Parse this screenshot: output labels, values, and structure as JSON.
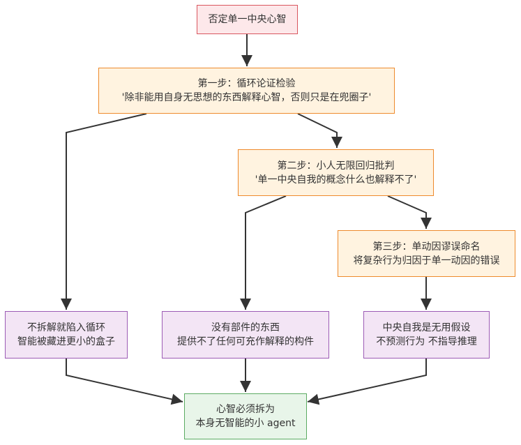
{
  "nodes": {
    "top": {
      "line1": "否定单一中央心智"
    },
    "step1": {
      "line1": "第一步：循环论证检验",
      "line2": "'除非能用自身无思想的东西解释心智，否则只是在兜圈子'"
    },
    "step2": {
      "line1": "第二步：小人无限回归批判",
      "line2": "'单一中央自我的概念什么也解释不了'"
    },
    "step3": {
      "line1": "第三步：单动因谬误命名",
      "line2": "将复杂行为归因于单一动因的错误"
    },
    "result1": {
      "line1": "不拆解就陷入循环",
      "line2": "智能被藏进更小的盒子"
    },
    "result2": {
      "line1": "没有部件的东西",
      "line2": "提供不了任何可充作解释的构件"
    },
    "result3": {
      "line1": "中央自我是无用假设",
      "line2": "不预测行为 不指导推理"
    },
    "conclusion": {
      "line1": "心智必须拆为",
      "line2": "本身无智能的小 agent"
    }
  },
  "colors": {
    "red_fill": "#fde8ea",
    "red_stroke": "#d9565e",
    "orange_fill": "#fff3e0",
    "orange_stroke": "#ee8a2c",
    "purple_fill": "#f3e5f5",
    "purple_stroke": "#9c5bb5",
    "green_fill": "#e8f5e9",
    "green_stroke": "#5bab62",
    "edge": "#333333"
  }
}
